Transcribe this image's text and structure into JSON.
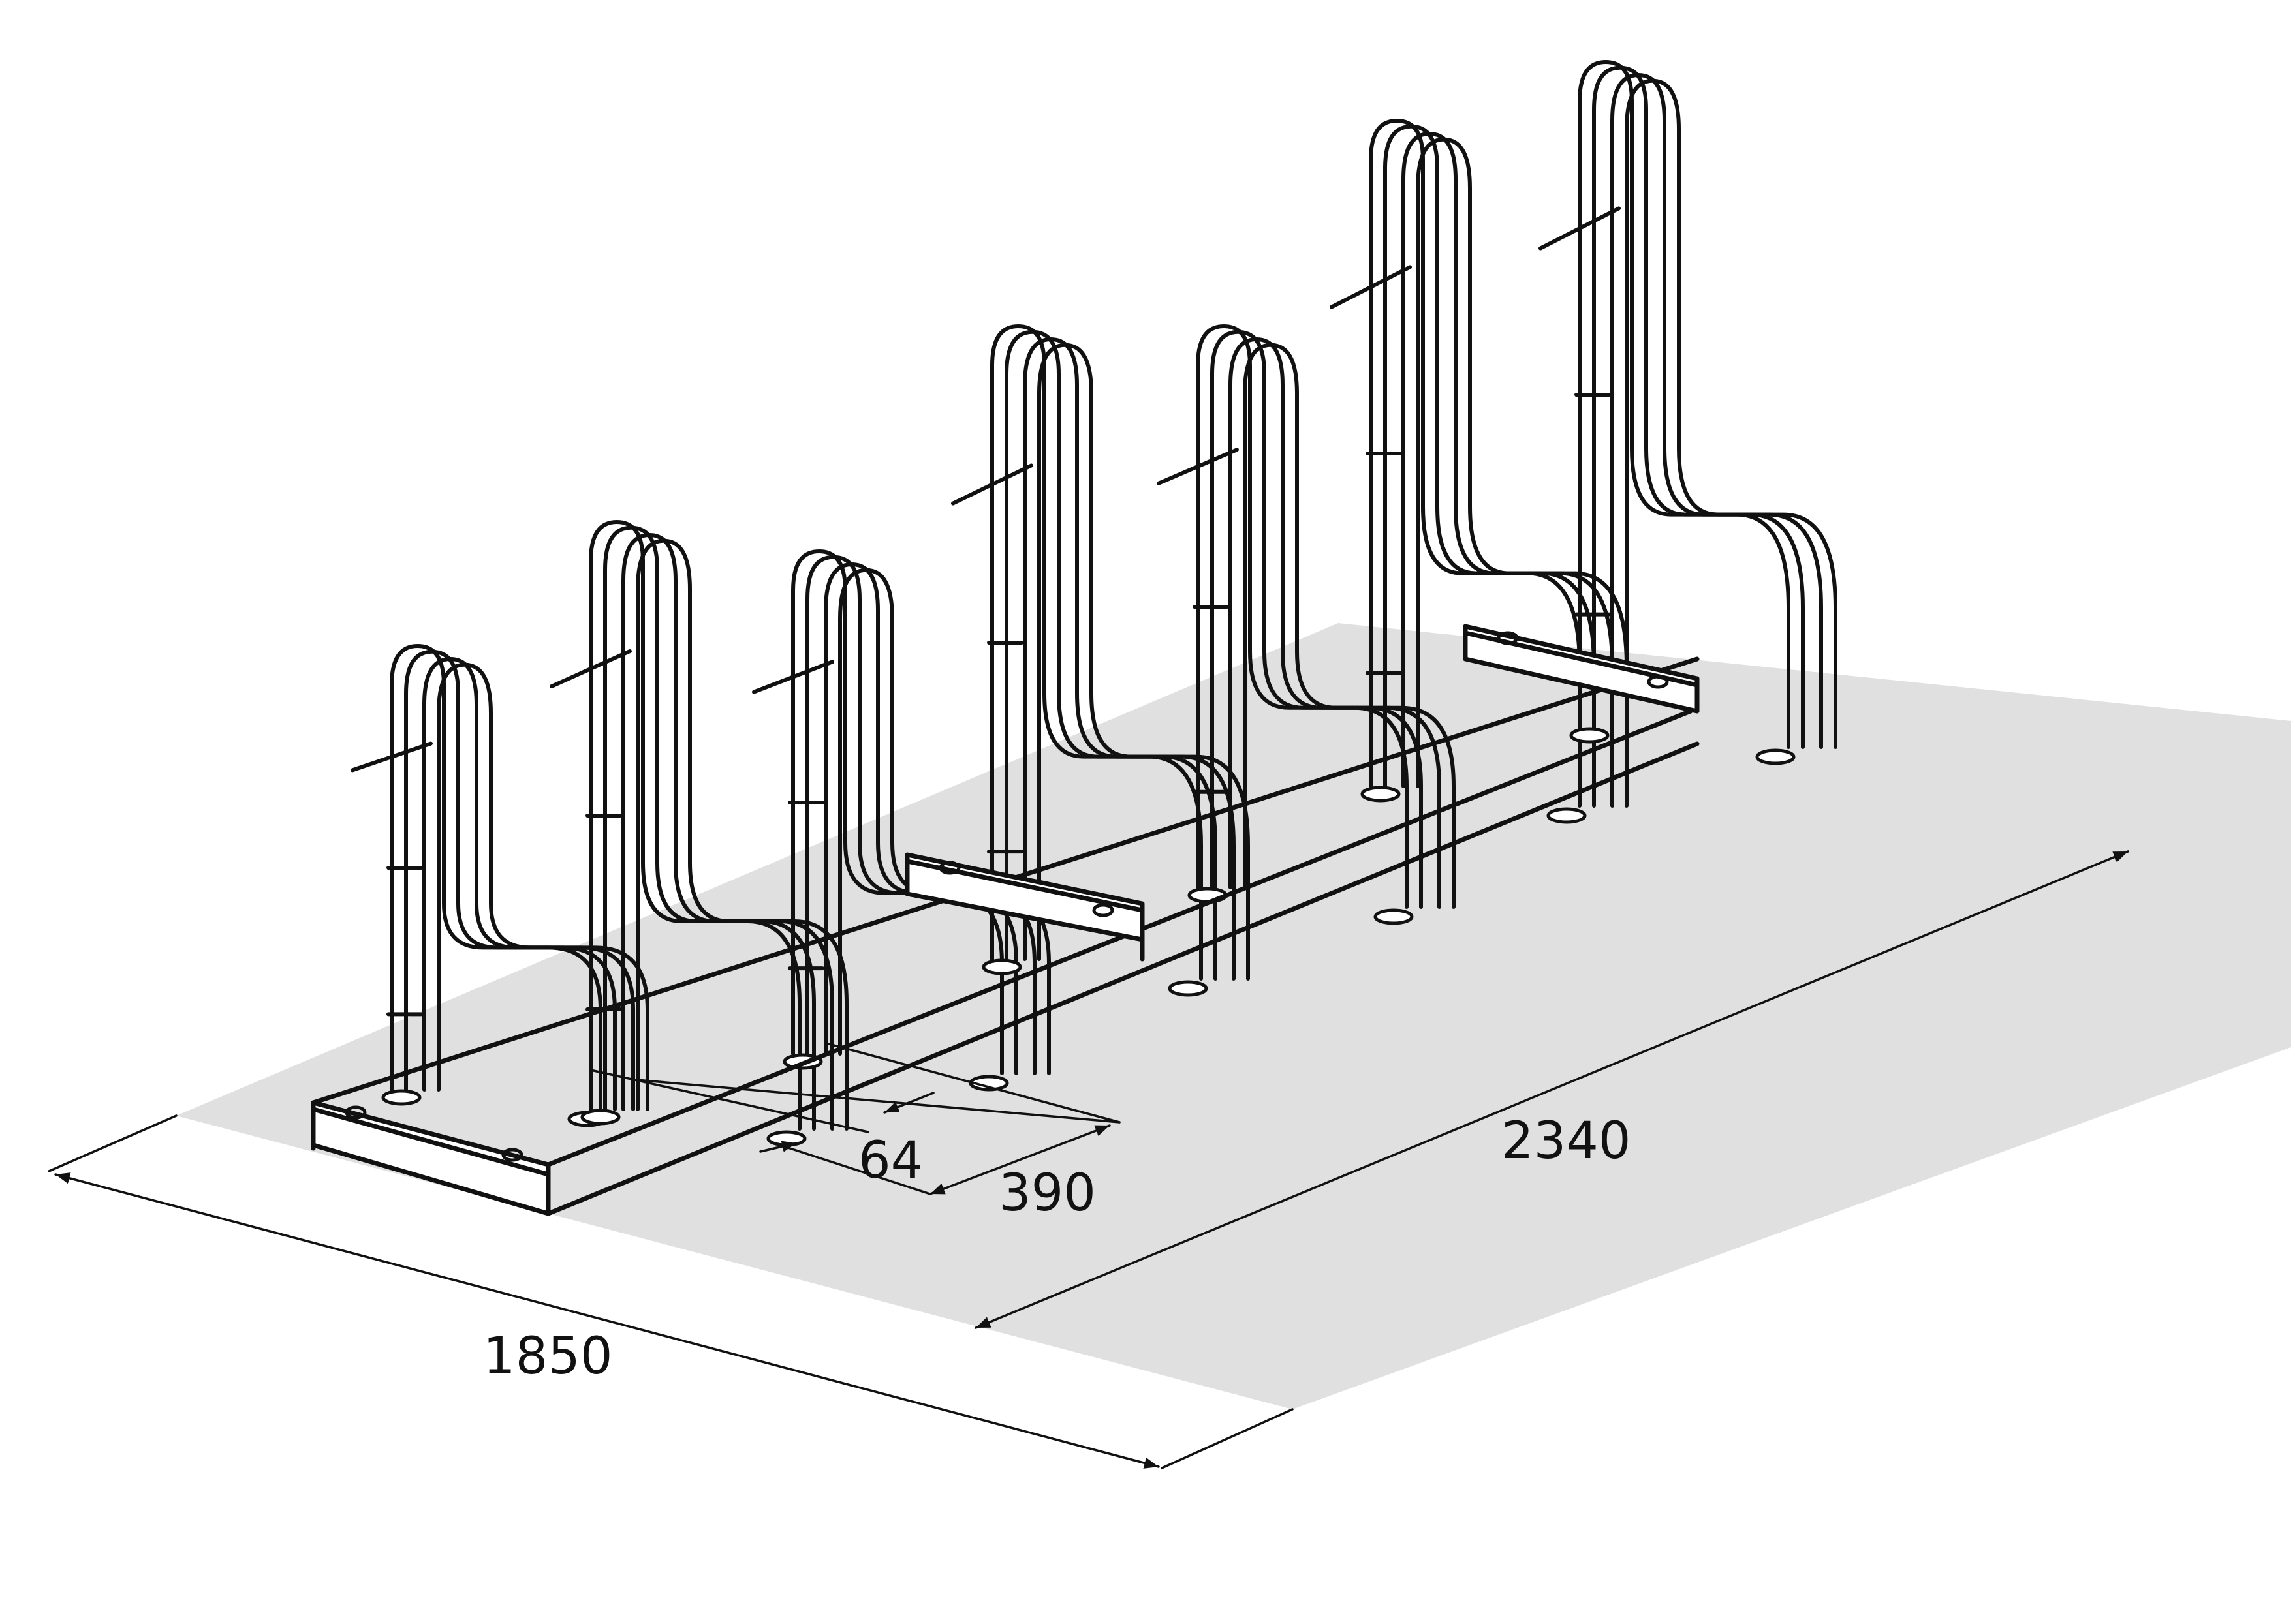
{
  "dimensions": {
    "overall_length": "2340",
    "overall_depth": "1850",
    "bay_spacing": "390",
    "tube_diameter": "64"
  },
  "colors": {
    "floor": "#e0e0e0",
    "line": "#111111",
    "background": "#ffffff"
  }
}
